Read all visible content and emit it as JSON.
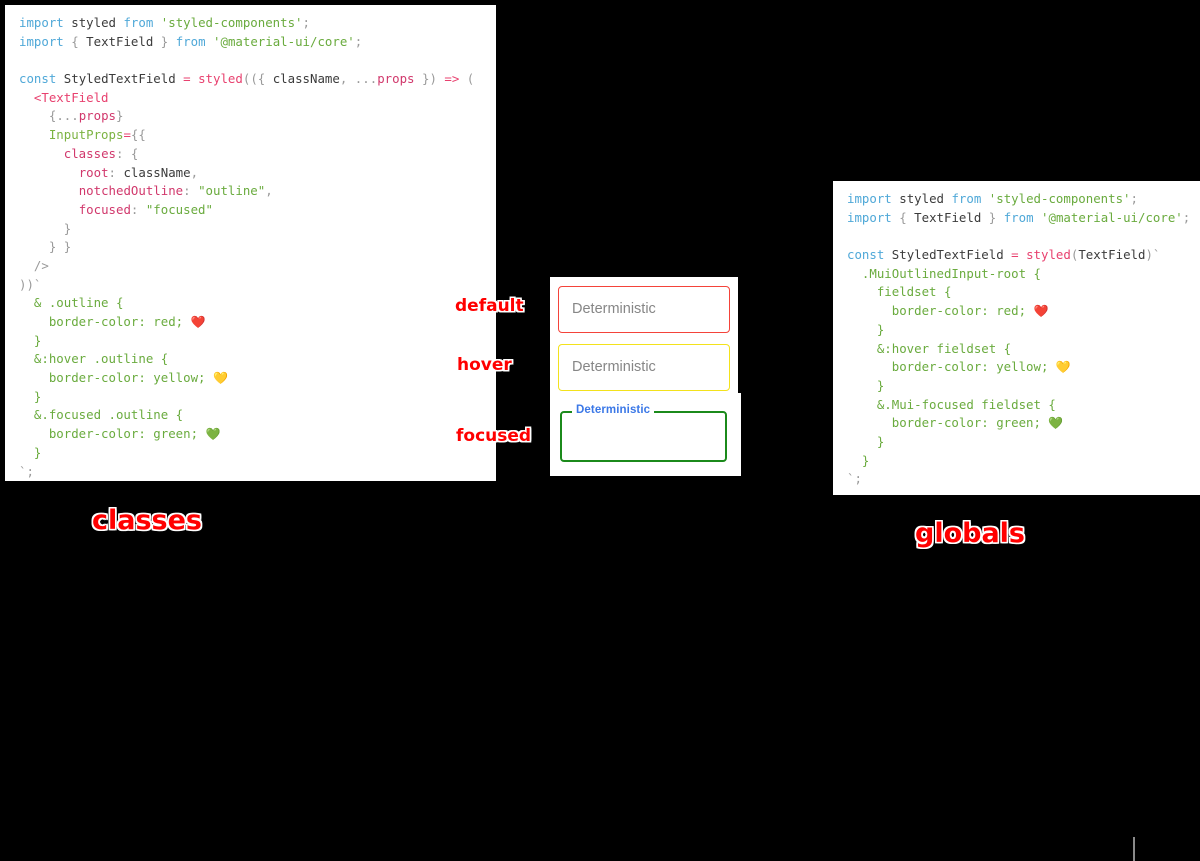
{
  "panels": {
    "classes": {
      "caption": "classes",
      "code_lines": [
        [
          {
            "t": "import",
            "c": "kw"
          },
          {
            "t": " ",
            "c": "id"
          },
          {
            "t": "styled",
            "c": "id"
          },
          {
            "t": " ",
            "c": "id"
          },
          {
            "t": "from",
            "c": "kw"
          },
          {
            "t": " ",
            "c": "id"
          },
          {
            "t": "'styled-components'",
            "c": "str"
          },
          {
            "t": ";",
            "c": "punc"
          }
        ],
        [
          {
            "t": "import",
            "c": "kw"
          },
          {
            "t": " ",
            "c": "id"
          },
          {
            "t": "{",
            "c": "punc"
          },
          {
            "t": " ",
            "c": "id"
          },
          {
            "t": "TextField",
            "c": "id"
          },
          {
            "t": " ",
            "c": "id"
          },
          {
            "t": "}",
            "c": "punc"
          },
          {
            "t": " ",
            "c": "id"
          },
          {
            "t": "from",
            "c": "kw"
          },
          {
            "t": " ",
            "c": "id"
          },
          {
            "t": "'@material-ui/core'",
            "c": "str"
          },
          {
            "t": ";",
            "c": "punc"
          }
        ],
        [],
        [
          {
            "t": "const",
            "c": "kw"
          },
          {
            "t": " ",
            "c": "id"
          },
          {
            "t": "StyledTextField",
            "c": "id"
          },
          {
            "t": " ",
            "c": "id"
          },
          {
            "t": "=",
            "c": "op"
          },
          {
            "t": " ",
            "c": "id"
          },
          {
            "t": "styled",
            "c": "fn"
          },
          {
            "t": "((",
            "c": "punc"
          },
          {
            "t": "{",
            "c": "punc"
          },
          {
            "t": " ",
            "c": "id"
          },
          {
            "t": "className",
            "c": "id"
          },
          {
            "t": ",",
            "c": "punc"
          },
          {
            "t": " ",
            "c": "id"
          },
          {
            "t": "...",
            "c": "punc"
          },
          {
            "t": "props",
            "c": "key"
          },
          {
            "t": " ",
            "c": "id"
          },
          {
            "t": "}",
            "c": "punc"
          },
          {
            "t": ")",
            "c": "punc"
          },
          {
            "t": " ",
            "c": "id"
          },
          {
            "t": "=>",
            "c": "op"
          },
          {
            "t": " ",
            "c": "id"
          },
          {
            "t": "(",
            "c": "punc"
          }
        ],
        [
          {
            "t": "  ",
            "c": "id"
          },
          {
            "t": "<TextField",
            "c": "fn"
          }
        ],
        [
          {
            "t": "    ",
            "c": "id"
          },
          {
            "t": "{",
            "c": "punc"
          },
          {
            "t": "...",
            "c": "punc"
          },
          {
            "t": "props",
            "c": "key"
          },
          {
            "t": "}",
            "c": "punc"
          }
        ],
        [
          {
            "t": "    ",
            "c": "id"
          },
          {
            "t": "InputProps",
            "c": "prop"
          },
          {
            "t": "=",
            "c": "op"
          },
          {
            "t": "{{",
            "c": "punc"
          }
        ],
        [
          {
            "t": "      ",
            "c": "id"
          },
          {
            "t": "classes",
            "c": "key"
          },
          {
            "t": ":",
            "c": "punc"
          },
          {
            "t": " ",
            "c": "id"
          },
          {
            "t": "{",
            "c": "punc"
          }
        ],
        [
          {
            "t": "        ",
            "c": "id"
          },
          {
            "t": "root",
            "c": "key"
          },
          {
            "t": ":",
            "c": "punc"
          },
          {
            "t": " ",
            "c": "id"
          },
          {
            "t": "className",
            "c": "id"
          },
          {
            "t": ",",
            "c": "punc"
          }
        ],
        [
          {
            "t": "        ",
            "c": "id"
          },
          {
            "t": "notchedOutline",
            "c": "key"
          },
          {
            "t": ":",
            "c": "punc"
          },
          {
            "t": " ",
            "c": "id"
          },
          {
            "t": "\"outline\"",
            "c": "str"
          },
          {
            "t": ",",
            "c": "punc"
          }
        ],
        [
          {
            "t": "        ",
            "c": "id"
          },
          {
            "t": "focused",
            "c": "key"
          },
          {
            "t": ":",
            "c": "punc"
          },
          {
            "t": " ",
            "c": "id"
          },
          {
            "t": "\"focused\"",
            "c": "str"
          }
        ],
        [
          {
            "t": "      ",
            "c": "id"
          },
          {
            "t": "}",
            "c": "punc"
          }
        ],
        [
          {
            "t": "    ",
            "c": "id"
          },
          {
            "t": "} }",
            "c": "punc"
          }
        ],
        [
          {
            "t": "  ",
            "c": "id"
          },
          {
            "t": "/>",
            "c": "punc"
          }
        ],
        [
          {
            "t": "))`",
            "c": "punc"
          }
        ],
        [
          {
            "t": "  & .outline {",
            "c": "css"
          }
        ],
        [
          {
            "t": "    border-color: red; ",
            "c": "css"
          },
          {
            "t": "❤️",
            "c": "emoji"
          }
        ],
        [
          {
            "t": "  }",
            "c": "css"
          }
        ],
        [
          {
            "t": "  &:hover .outline {",
            "c": "css"
          }
        ],
        [
          {
            "t": "    border-color: yellow; ",
            "c": "css"
          },
          {
            "t": "💛",
            "c": "emoji"
          }
        ],
        [
          {
            "t": "  }",
            "c": "css"
          }
        ],
        [
          {
            "t": "  &.focused .outline {",
            "c": "css"
          }
        ],
        [
          {
            "t": "    border-color: green; ",
            "c": "css"
          },
          {
            "t": "💚",
            "c": "emoji"
          }
        ],
        [
          {
            "t": "  }",
            "c": "css"
          }
        ],
        [
          {
            "t": "`;",
            "c": "punc"
          }
        ]
      ]
    },
    "globals": {
      "caption": "globals",
      "code_lines": [
        [
          {
            "t": "import",
            "c": "kw"
          },
          {
            "t": " ",
            "c": "id"
          },
          {
            "t": "styled",
            "c": "id"
          },
          {
            "t": " ",
            "c": "id"
          },
          {
            "t": "from",
            "c": "kw"
          },
          {
            "t": " ",
            "c": "id"
          },
          {
            "t": "'styled-components'",
            "c": "str"
          },
          {
            "t": ";",
            "c": "punc"
          }
        ],
        [
          {
            "t": "import",
            "c": "kw"
          },
          {
            "t": " ",
            "c": "id"
          },
          {
            "t": "{",
            "c": "punc"
          },
          {
            "t": " ",
            "c": "id"
          },
          {
            "t": "TextField",
            "c": "id"
          },
          {
            "t": " ",
            "c": "id"
          },
          {
            "t": "}",
            "c": "punc"
          },
          {
            "t": " ",
            "c": "id"
          },
          {
            "t": "from",
            "c": "kw"
          },
          {
            "t": " ",
            "c": "id"
          },
          {
            "t": "'@material-ui/core'",
            "c": "str"
          },
          {
            "t": ";",
            "c": "punc"
          }
        ],
        [],
        [
          {
            "t": "const",
            "c": "kw"
          },
          {
            "t": " ",
            "c": "id"
          },
          {
            "t": "StyledTextField",
            "c": "id"
          },
          {
            "t": " ",
            "c": "id"
          },
          {
            "t": "=",
            "c": "op"
          },
          {
            "t": " ",
            "c": "id"
          },
          {
            "t": "styled",
            "c": "fn"
          },
          {
            "t": "(",
            "c": "punc"
          },
          {
            "t": "TextField",
            "c": "id"
          },
          {
            "t": ")`",
            "c": "punc"
          }
        ],
        [
          {
            "t": "  .MuiOutlinedInput-root {",
            "c": "css"
          }
        ],
        [
          {
            "t": "    fieldset {",
            "c": "css"
          }
        ],
        [
          {
            "t": "      border-color: red; ",
            "c": "css"
          },
          {
            "t": "❤️",
            "c": "emoji"
          }
        ],
        [
          {
            "t": "    }",
            "c": "css"
          }
        ],
        [
          {
            "t": "    &:hover fieldset {",
            "c": "css"
          }
        ],
        [
          {
            "t": "      border-color: yellow; ",
            "c": "css"
          },
          {
            "t": "💛",
            "c": "emoji"
          }
        ],
        [
          {
            "t": "    }",
            "c": "css"
          }
        ],
        [
          {
            "t": "    &.Mui-focused fieldset {",
            "c": "css"
          }
        ],
        [
          {
            "t": "      border-color: green; ",
            "c": "css"
          },
          {
            "t": "💚",
            "c": "emoji"
          }
        ],
        [
          {
            "t": "    }",
            "c": "css"
          }
        ],
        [
          {
            "t": "  }",
            "c": "css"
          }
        ],
        [
          {
            "t": "`;",
            "c": "punc"
          }
        ]
      ]
    }
  },
  "demo": {
    "states": [
      {
        "name": "default",
        "label": "default",
        "value": "Deterministic",
        "border_color": "#f4433a"
      },
      {
        "name": "hover",
        "label": "hover",
        "value": "Deterministic",
        "border_color": "#f3e21c"
      },
      {
        "name": "focused",
        "label": "focused",
        "value": "",
        "notch_label": "Deterministic",
        "border_color": "#1b8a1b",
        "notch_label_color": "#3b78e7"
      }
    ]
  },
  "colors": {
    "background": "#000000",
    "panel": "#ffffff",
    "accent_red": "#ff0000",
    "keyword": "#4fa8d8",
    "string": "#6aab3e",
    "key": "#d1386c",
    "function": "#e8416f"
  }
}
